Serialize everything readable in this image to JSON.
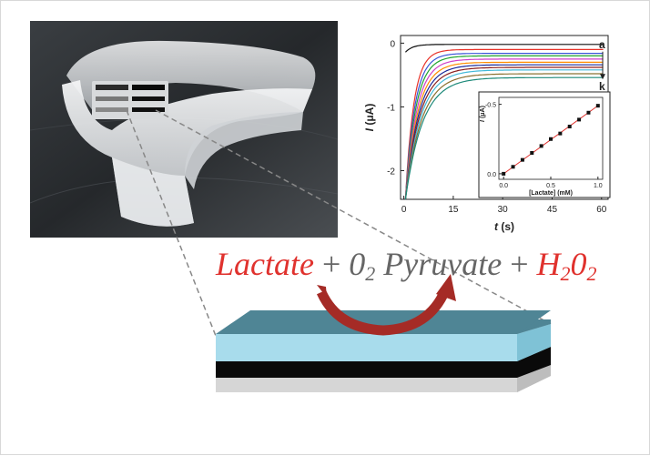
{
  "equation": {
    "reactant1": "Lactate",
    "plus1": " + ",
    "o2_base": "0",
    "o2_sub": "2",
    "product1": "Pyruvate",
    "plus2": " + ",
    "h2o2_h": "H",
    "h2o2_sub1": "2",
    "h2o2_o": "0",
    "h2o2_sub2": "2"
  },
  "colors": {
    "reactant": "#e0322e",
    "product_text": "#666666",
    "arrow": "#a52b26",
    "layer_top": "#4f8595",
    "layer_side": "#a8dcec",
    "layer_black": "#0a0a0a",
    "layer_grey": "#d4d4d4"
  },
  "chart_data": [
    {
      "type": "line",
      "xlabel_italic": "t",
      "xlabel_unit": " (s)",
      "ylabel_italic": "I",
      "ylabel_unit": " (μA)",
      "xlim": [
        -1,
        62
      ],
      "ylim": [
        -2.45,
        0.12
      ],
      "xticks": [
        0,
        15,
        30,
        45,
        60
      ],
      "yticks": [
        0,
        -1,
        -2
      ],
      "xtick_labels": [
        "0",
        "15",
        "30",
        "45",
        "60"
      ],
      "ytick_labels": [
        "0",
        "-1",
        "-2"
      ],
      "curve_start_label": "a",
      "curve_end_label": "k",
      "series": [
        {
          "color": "#111111",
          "steady": -0.02
        },
        {
          "color": "#e8332a",
          "steady": -0.1
        },
        {
          "color": "#3a55d8",
          "steady": -0.16
        },
        {
          "color": "#20a52e",
          "steady": -0.2
        },
        {
          "color": "#d040c8",
          "steady": -0.25
        },
        {
          "color": "#ff8c00",
          "steady": -0.3
        },
        {
          "color": "#1a2a9a",
          "steady": -0.34
        },
        {
          "color": "#8a2020",
          "steady": -0.38
        },
        {
          "color": "#40b8d8",
          "steady": -0.42
        },
        {
          "color": "#8a7030",
          "steady": -0.48
        },
        {
          "color": "#1e8a7a",
          "steady": -0.54
        }
      ]
    },
    {
      "type": "scatter",
      "xlabel": "[Lactate] (mM)",
      "ylabel_italic": "I",
      "ylabel_unit": " (μA)",
      "xlim": [
        -0.05,
        1.05
      ],
      "ylim": [
        0.04,
        -0.55
      ],
      "xticks": [
        0,
        0.5,
        1
      ],
      "xtick_labels": [
        "0.0",
        "0.5",
        "1.0"
      ],
      "yticks": [
        0,
        -0.5
      ],
      "ytick_labels": [
        "0.0",
        "-0.5"
      ],
      "x": [
        0,
        0.1,
        0.2,
        0.3,
        0.4,
        0.5,
        0.6,
        0.7,
        0.8,
        0.9,
        1.0
      ],
      "y": [
        0.0,
        -0.05,
        -0.1,
        -0.15,
        -0.2,
        -0.25,
        -0.29,
        -0.34,
        -0.39,
        -0.44,
        -0.49
      ],
      "fit_line": [
        [
          0,
          0.0
        ],
        [
          1.0,
          -0.49
        ]
      ]
    }
  ]
}
